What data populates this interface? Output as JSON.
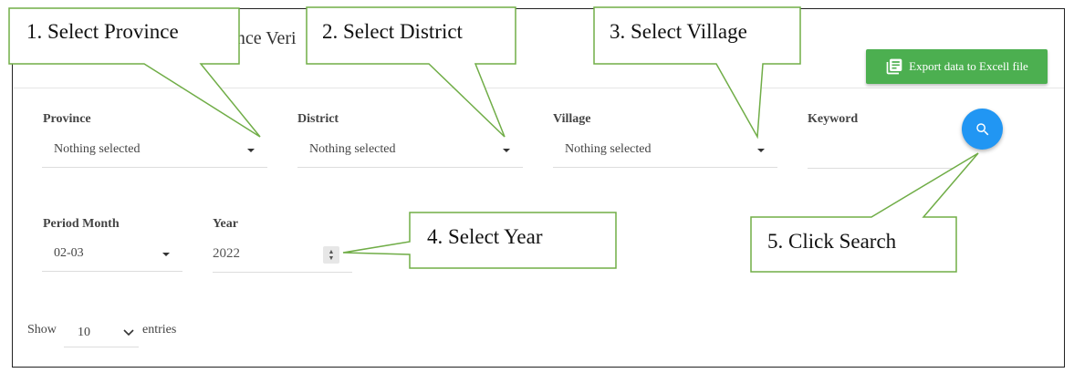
{
  "page": {
    "title_partial": "ance Veri",
    "export_button": {
      "label": "Export data to Excell file",
      "icon": "list-document-icon",
      "color": "#4caf50"
    }
  },
  "filters": {
    "province": {
      "label": "Province",
      "value": "Nothing selected"
    },
    "district": {
      "label": "District",
      "value": "Nothing selected"
    },
    "village": {
      "label": "Village",
      "value": "Nothing selected"
    },
    "keyword": {
      "label": "Keyword",
      "value": ""
    },
    "period_month": {
      "label": "Period Month",
      "value": "02-03"
    },
    "year": {
      "label": "Year",
      "value": "2022"
    },
    "search_button": {
      "icon": "search-icon",
      "color": "#2196f3"
    }
  },
  "table_length": {
    "show_label": "Show",
    "value": "10",
    "entries_label": "entries"
  },
  "callouts": {
    "step1": "1. Select Province",
    "step2": "2. Select District",
    "step3": "3. Select Village",
    "step4": "4. Select Year",
    "step5": "5. Click Search",
    "border_color": "#70ad47"
  }
}
